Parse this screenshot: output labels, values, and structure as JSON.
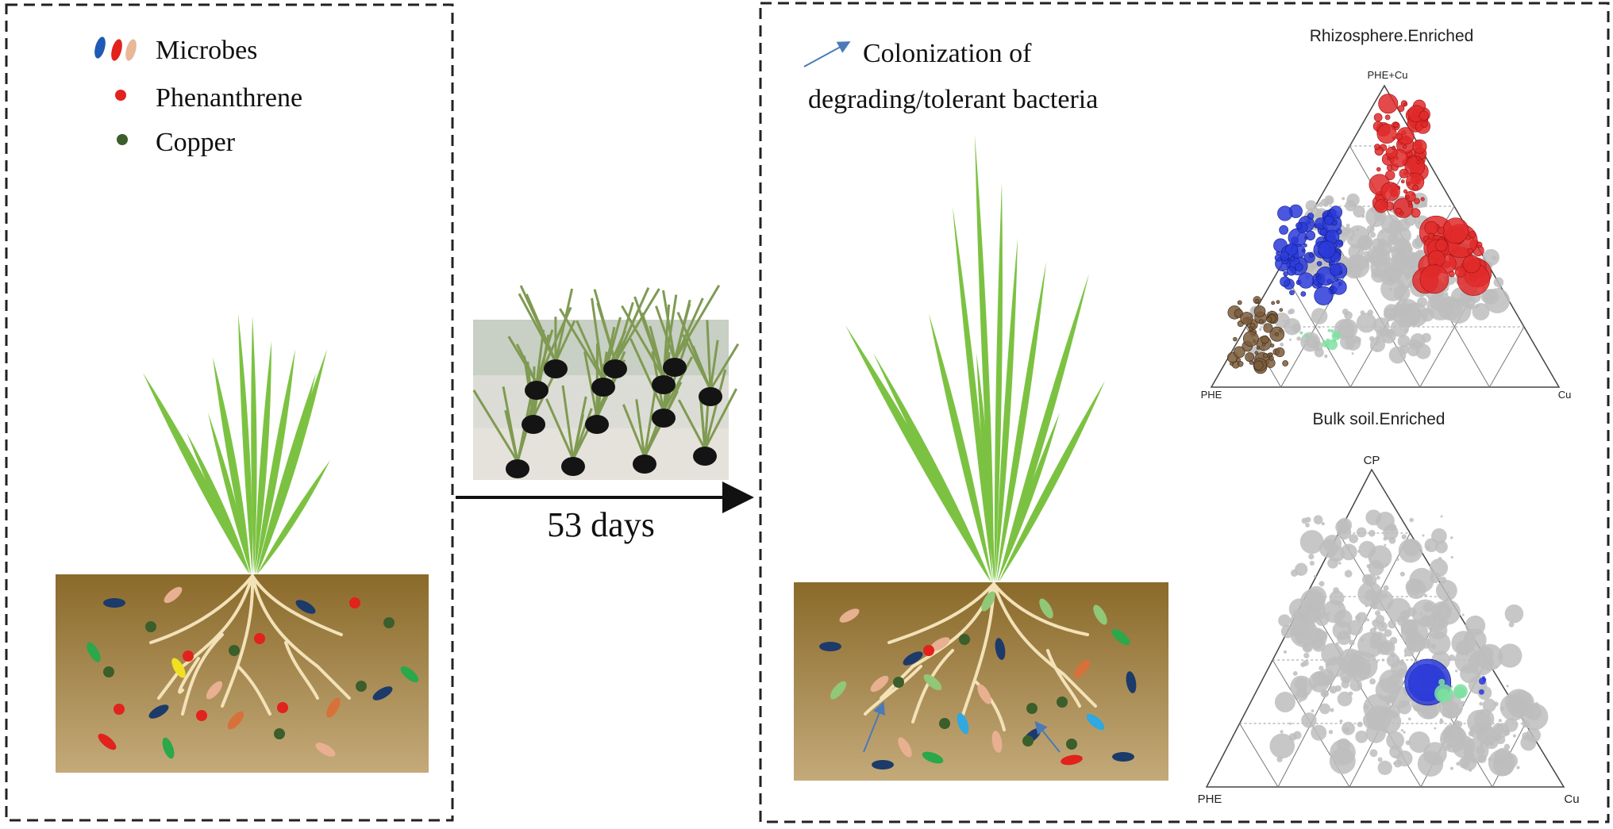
{
  "legend": {
    "microbes": "Microbes",
    "phenanthrene": "Phenanthrene",
    "copper": "Copper",
    "colonization_line1": "Colonization of",
    "colonization_line2": "degrading/tolerant bacteria"
  },
  "timeline": {
    "label": "53 days"
  },
  "ternary_top": {
    "title": "Rhizosphere.Enriched",
    "apex_top": "PHE+Cu",
    "apex_left": "PHE",
    "apex_right": "Cu"
  },
  "ternary_bottom": {
    "title": "Bulk soil.Enriched",
    "apex_top": "CP",
    "apex_left": "PHE",
    "apex_right": "Cu"
  },
  "colors": {
    "plant": "#7cc242",
    "soil_top": "#8a6a2a",
    "soil_bottom": "#c2a878",
    "root": "#f3e2b8",
    "phenanthrene": "#e2221c",
    "copper": "#3b5e2b",
    "enriched_red": "#e02a2a",
    "enriched_blue": "#2a3ad8",
    "enriched_brown": "#7a5a3a",
    "enriched_green": "#7ee0a0",
    "background_dots": "#bdbdbd"
  }
}
